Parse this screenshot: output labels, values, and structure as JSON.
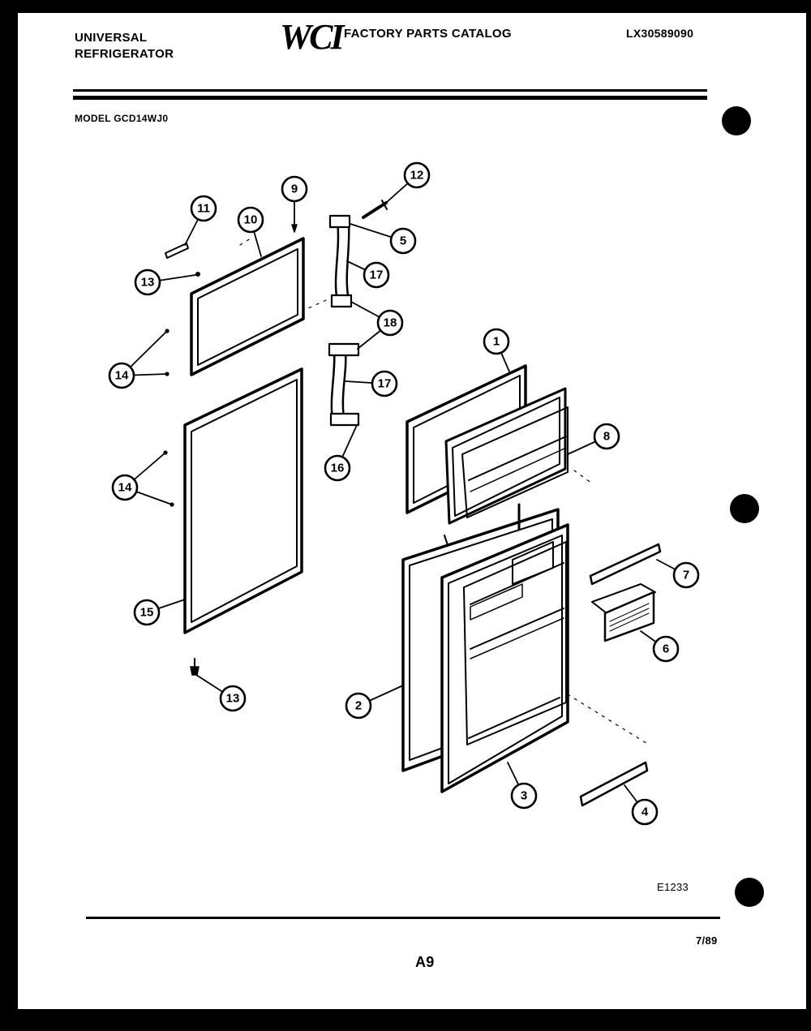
{
  "header": {
    "brand_line1": "UNIVERSAL",
    "brand_line2": "REFRIGERATOR",
    "logo": "WCI",
    "catalog_title": "FACTORY PARTS CATALOG",
    "catalog_number": "LX30589090",
    "model": "MODEL GCD14WJ0"
  },
  "footer": {
    "figure_code": "E1233",
    "date": "7/89",
    "page": "A9"
  },
  "callouts": [
    {
      "id": "c11",
      "label": "11"
    },
    {
      "id": "c10",
      "label": "10"
    },
    {
      "id": "c9",
      "label": "9"
    },
    {
      "id": "c12",
      "label": "12"
    },
    {
      "id": "c5",
      "label": "5"
    },
    {
      "id": "c17a",
      "label": "17"
    },
    {
      "id": "c13a",
      "label": "13"
    },
    {
      "id": "c18",
      "label": "18"
    },
    {
      "id": "c14a",
      "label": "14"
    },
    {
      "id": "c17b",
      "label": "17"
    },
    {
      "id": "c1",
      "label": "1"
    },
    {
      "id": "c8",
      "label": "8"
    },
    {
      "id": "c16",
      "label": "16"
    },
    {
      "id": "c14b",
      "label": "14"
    },
    {
      "id": "c7",
      "label": "7"
    },
    {
      "id": "c15",
      "label": "15"
    },
    {
      "id": "c6",
      "label": "6"
    },
    {
      "id": "c13b",
      "label": "13"
    },
    {
      "id": "c2",
      "label": "2"
    },
    {
      "id": "c3",
      "label": "3"
    },
    {
      "id": "c4",
      "label": "4"
    }
  ]
}
